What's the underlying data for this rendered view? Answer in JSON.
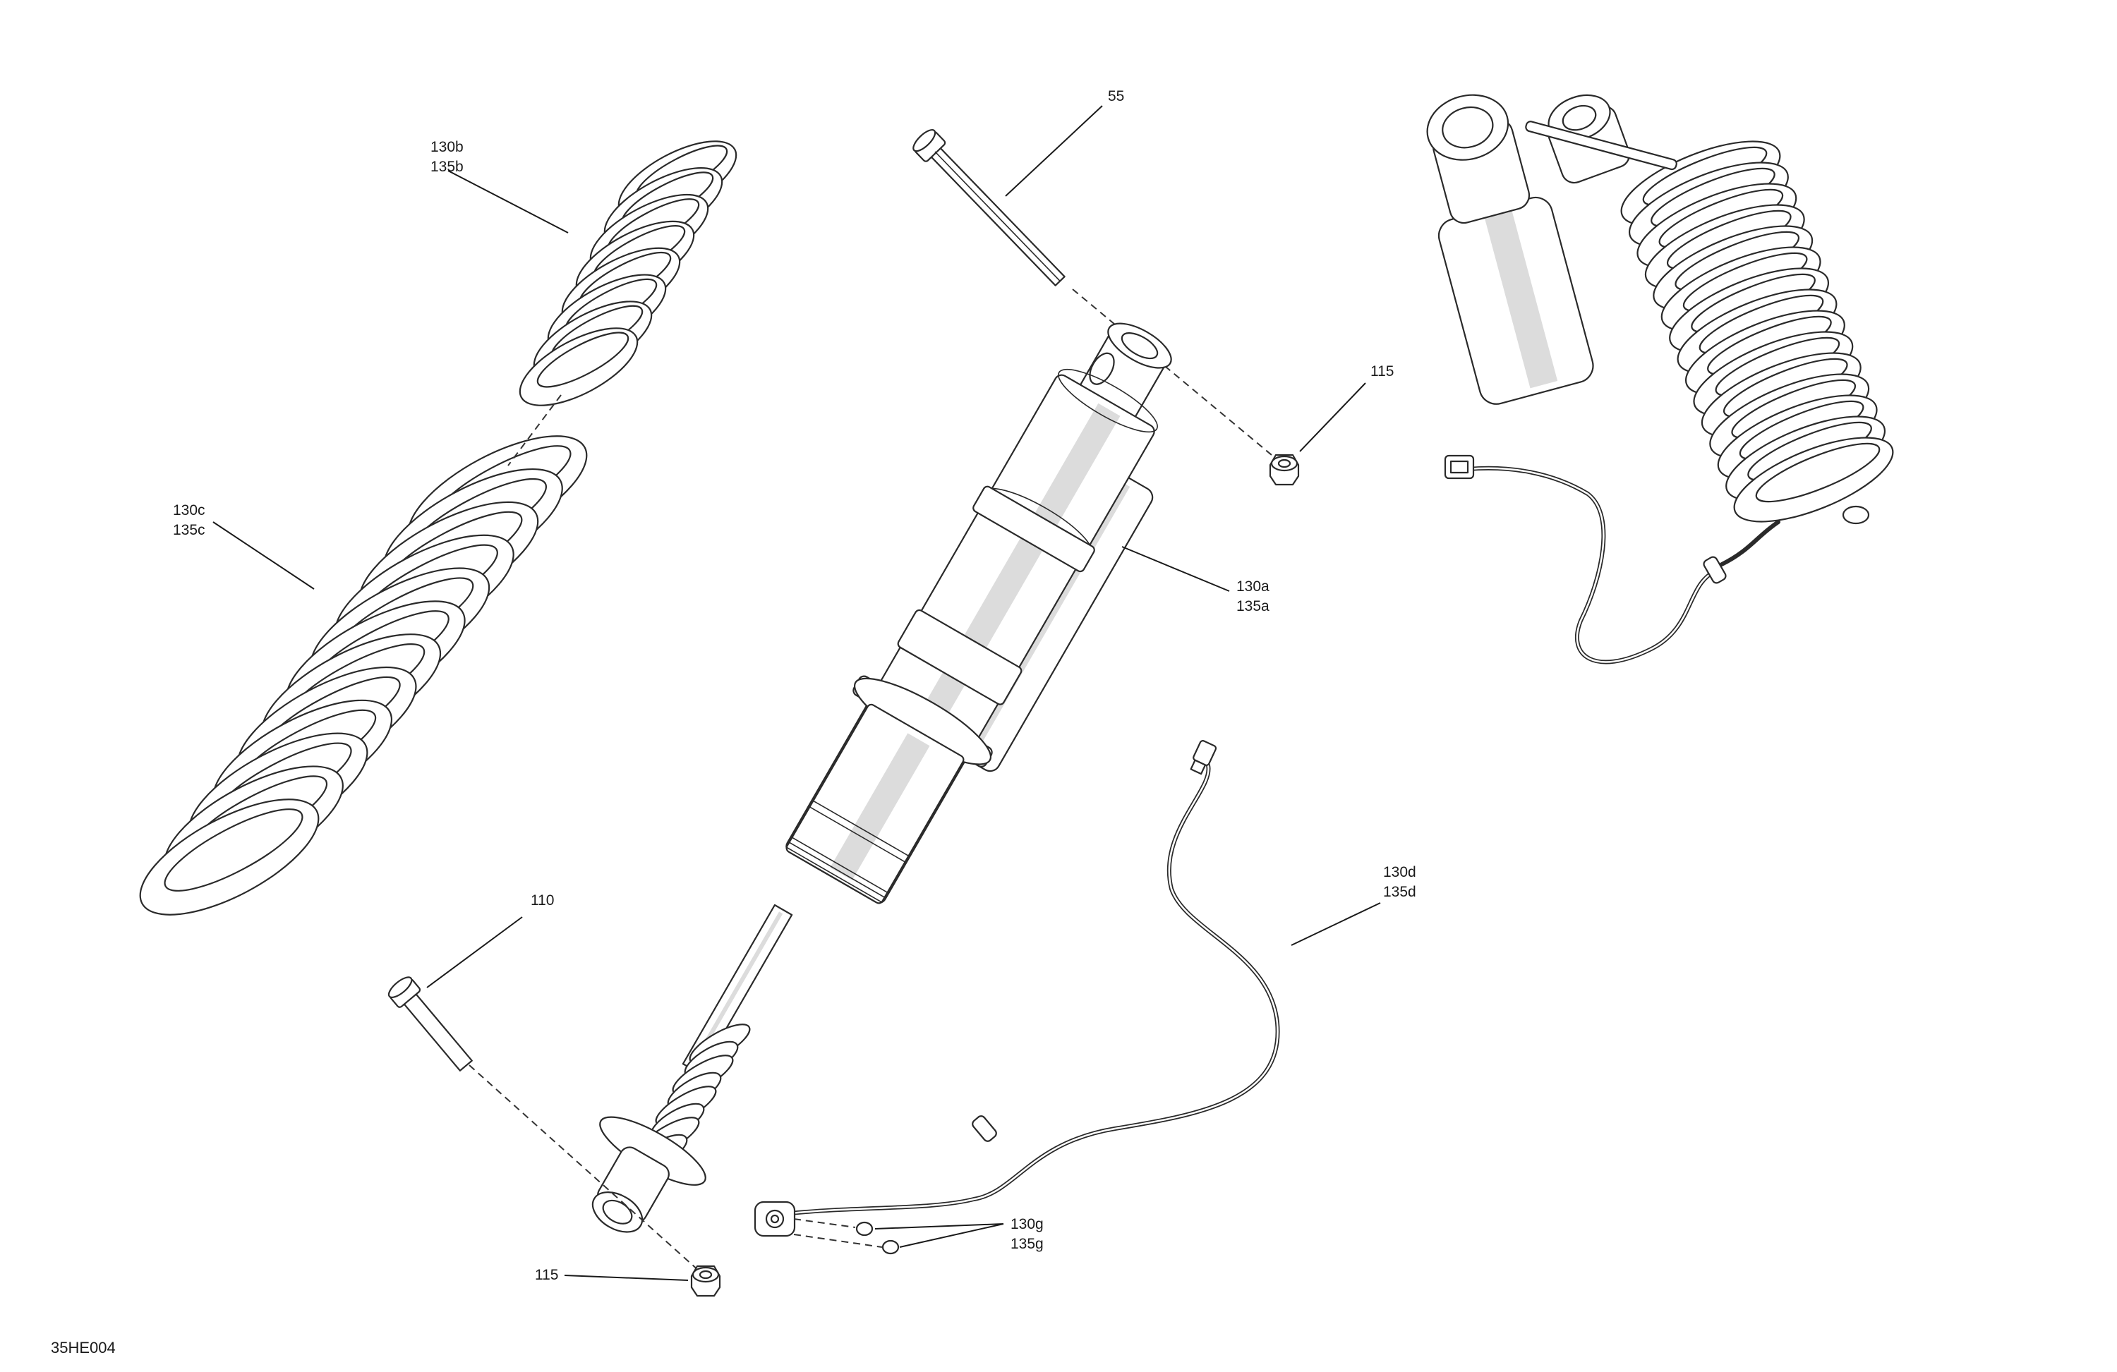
{
  "figure_id": "35HE004",
  "callouts": {
    "c55": "55",
    "c115_top": "115",
    "c115_bottom": "115",
    "c110": "110",
    "c130a": "130a",
    "c135a": "135a",
    "c130b": "130b",
    "c135b": "135b",
    "c130c": "130c",
    "c135c": "135c",
    "c130d": "130d",
    "c135d": "135d",
    "c130g": "130g",
    "c135g": "135g"
  }
}
